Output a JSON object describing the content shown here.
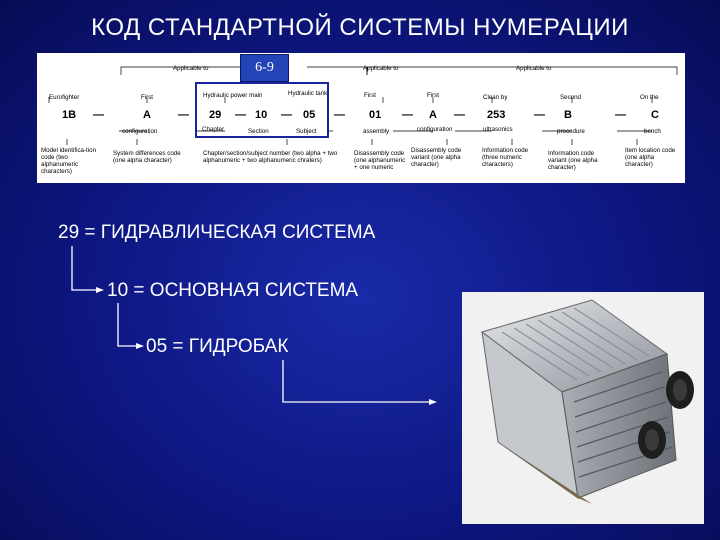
{
  "title": "КОД СТАНДАРТНОЙ СИСТЕМЫ НУМЕРАЦИИ",
  "badge": "6-9",
  "diagram": {
    "applicable": [
      "Applicable to",
      "Applicable to",
      "Applicable to"
    ],
    "top_labels": [
      "Eurofighter",
      "First",
      "Hydraulic power main",
      "Hydraulic tank",
      "First",
      "First",
      "Clean by",
      "Second",
      "On the"
    ],
    "codes": [
      "1B",
      "—",
      "A",
      "—",
      "29",
      "—",
      "10",
      "—",
      "05",
      "—",
      "01",
      "—",
      "A",
      "—",
      "253",
      "—",
      "B",
      "—",
      "C"
    ],
    "under_labels": [
      "configuration",
      "Chapter",
      "Section",
      "Subject",
      "assembly",
      "configuration",
      "ultrasonics",
      "procedure",
      "bench"
    ],
    "descriptions": [
      "Model identifica-tion code (two alphanumeric characters)",
      "System differences code (one alpha character)",
      "Chapter/section/subject number (two alpha + two alphanumeric + two alphanumeric chraters)",
      "Disassembly code (one alphanumeric + one numeric",
      "Disassembly code variant (one alpha character)",
      "Information code (three numeric characters)",
      "Information code variant (one alpha character)",
      "Item location code (one alpha character)"
    ]
  },
  "lines": {
    "l1": "29 = ГИДРАВЛИЧЕСКАЯ СИСТЕМА",
    "l2": "10 = ОСНОВНАЯ СИСТЕМА",
    "l3": "05 = ГИДРОБАК"
  },
  "photo_subject": "hydraulic-tank"
}
